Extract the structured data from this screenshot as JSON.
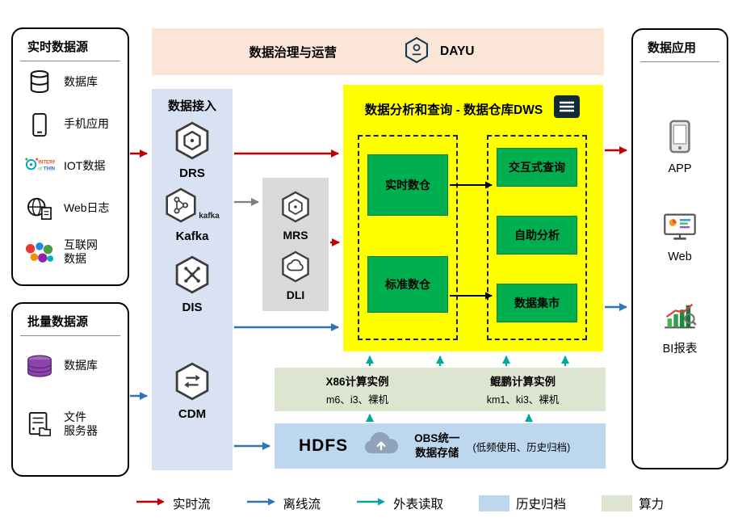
{
  "governance": {
    "title": "数据治理与运营",
    "product": "DAYU"
  },
  "realtime_sources": {
    "title": "实时数据源",
    "items": [
      {
        "label": "数据库",
        "icon": "database-icon"
      },
      {
        "label": "手机应用",
        "icon": "mobile-phone-icon"
      },
      {
        "label": "IOT数据",
        "icon": "iot-icon"
      },
      {
        "label": "Web日志",
        "icon": "web-log-icon"
      },
      {
        "label": "互联网\n数据",
        "icon": "internet-data-icon"
      }
    ]
  },
  "batch_sources": {
    "title": "批量数据源",
    "items": [
      {
        "label": "数据库",
        "icon": "database-purple-icon"
      },
      {
        "label": "文件\n服务器",
        "icon": "file-server-icon"
      }
    ]
  },
  "ingestion": {
    "title": "数据接入",
    "services": [
      {
        "name": "DRS",
        "icon": "drs-hexagon-icon"
      },
      {
        "name": "Kafka",
        "icon": "kafka-hexagon-icon",
        "logo_text": "kafka"
      },
      {
        "name": "DIS",
        "icon": "dis-hexagon-icon"
      },
      {
        "name": "CDM",
        "icon": "cdm-hexagon-icon"
      }
    ]
  },
  "middleware": {
    "services": [
      {
        "name": "MRS",
        "icon": "mrs-hexagon-icon"
      },
      {
        "name": "DLI",
        "icon": "dli-hexagon-icon"
      }
    ]
  },
  "dws": {
    "title": "数据分析和查询 - 数据仓库DWS",
    "warehouses": [
      {
        "label": "实时数仓"
      },
      {
        "label": "标准数仓"
      }
    ],
    "capabilities": [
      {
        "label": "交互式查询"
      },
      {
        "label": "自助分析"
      },
      {
        "label": "数据集市"
      }
    ]
  },
  "compute": {
    "x86": {
      "title": "X86计算实例",
      "detail": "m6、i3、裸机"
    },
    "kunpeng": {
      "title": "鲲鹏计算实例",
      "detail": "km1、ki3、裸机"
    }
  },
  "storage": {
    "hdfs_label": "HDFS",
    "obs_label": "OBS统一\n数据存储",
    "note": "(低频使用、历史归档)"
  },
  "applications": {
    "title": "数据应用",
    "items": [
      {
        "label": "APP",
        "icon": "app-phone-icon"
      },
      {
        "label": "Web",
        "icon": "web-monitor-icon"
      },
      {
        "label": "BI报表",
        "icon": "bi-report-icon"
      }
    ]
  },
  "legend": {
    "items": [
      {
        "label": "实时流",
        "type": "arrow",
        "color": "#c00000"
      },
      {
        "label": "离线流",
        "type": "arrow",
        "color": "#2e75b6"
      },
      {
        "label": "外表读取",
        "type": "arrow",
        "color": "#00a99b"
      },
      {
        "label": "历史归档",
        "type": "swatch",
        "color": "#bdd7ee"
      },
      {
        "label": "算力",
        "type": "swatch",
        "color": "#dde4d0"
      }
    ]
  },
  "colors": {
    "realtime_flow": "#c00000",
    "offline_flow": "#2e75b6",
    "external_read": "#00a99b",
    "history_archive": "#bdd7ee",
    "compute_power": "#dde4d0",
    "dws_highlight": "#ffff00",
    "warehouse_green": "#00b050",
    "governance_peach": "#fbe5d6",
    "ingestion_blue": "#d9e2f3",
    "middleware_gray": "#d9d9d9"
  }
}
